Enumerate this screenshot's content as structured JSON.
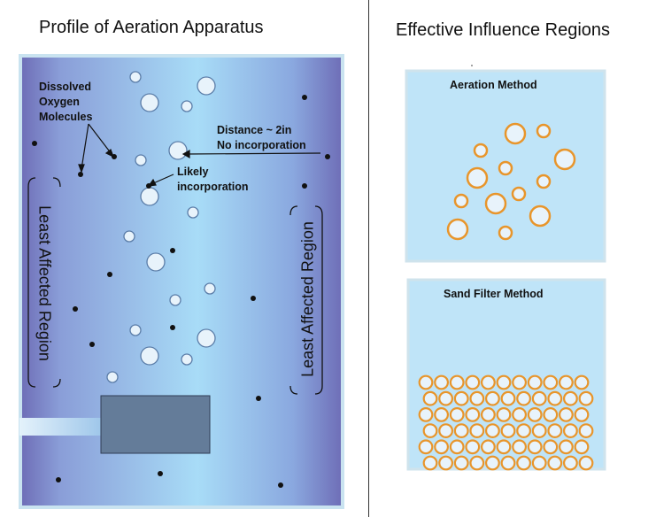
{
  "left_panel": {
    "title": "Profile of Aeration Apparatus",
    "labels": {
      "dissolved_oxygen": [
        "Dissolved",
        "Oxygen",
        "Molecules"
      ],
      "distance": [
        "Distance ~ 2in",
        "No incorporation"
      ],
      "likely": [
        "Likely",
        "incorporation"
      ],
      "least_left": "Least Affected Region",
      "least_right": "Least Affected Region"
    }
  },
  "right_panel": {
    "title": "Effective Influence Regions",
    "aeration_box_title": "Aeration Method",
    "sand_box_title": "Sand Filter Method"
  },
  "colors": {
    "tank_edge": "#6f6fb8",
    "tank_center": "#a8dcf7",
    "bubble_fill": "#e8f3fb",
    "bubble_stroke": "#5b7da8",
    "ring": "#e8952b",
    "panel_fill": "#bfe4f8",
    "diffuser": "#647c99",
    "dot": "#111111"
  }
}
